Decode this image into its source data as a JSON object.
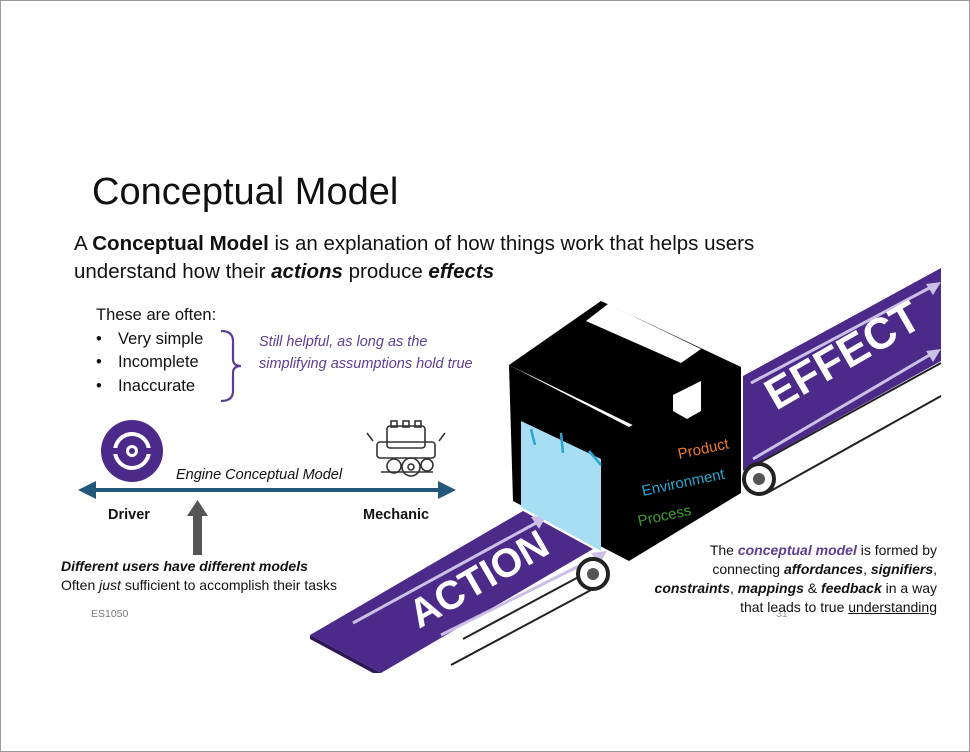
{
  "title": "Conceptual Model",
  "intro": {
    "a": "A ",
    "term": "Conceptual Model",
    "mid": " is an explanation of how things work that helps users understand how their ",
    "actions": "actions",
    "produce": " produce ",
    "effects": "effects"
  },
  "often_label": "These are often:",
  "bullets": [
    "Very simple",
    "Incomplete",
    "Inaccurate"
  ],
  "helpful_note": "Still helpful, as long as the simplifying assumptions hold true",
  "engine_label": "Engine Conceptual Model",
  "driver_label": "Driver",
  "mechanic_label": "Mechanic",
  "different_users": "Different users have different models",
  "often_just": {
    "pre": "Often ",
    "just": "just",
    "post": " sufficient to accomplish their tasks"
  },
  "footer_left": "ES1050",
  "page_number": "31",
  "box_labels": [
    "Product",
    "Environment",
    "Process"
  ],
  "action_label": "ACTION",
  "effect_label": "EFFECT",
  "formed": {
    "pre": "The ",
    "term": "conceptual model",
    "mid1": " is formed by connecting ",
    "affordances": "affordances",
    "c1": ", ",
    "signifiers": "signifiers",
    "c2": ", ",
    "constraints": "constraints",
    "c3": ", ",
    "mappings": "mappings",
    "amp": " & ",
    "feedback": "feedback",
    "mid2": " in a way that leads to true ",
    "understanding": "understanding"
  },
  "colors": {
    "purple": "#4b2a8a",
    "product": "#f07a2a",
    "environment": "#2aa5cf",
    "process": "#3f9e2f",
    "arrow": "#23587a"
  },
  "icons": [
    "steering-wheel-icon",
    "engine-icon"
  ]
}
